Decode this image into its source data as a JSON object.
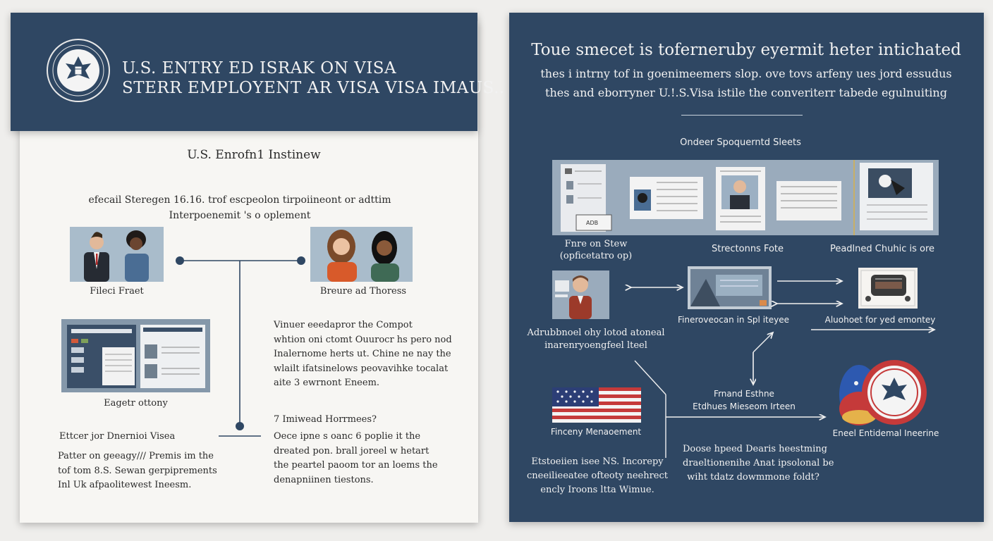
{
  "left": {
    "header": {
      "line1": "U.S. ENTRY ED ISRAK ON VISA",
      "line2": "STERR EMPLOYENT AR VISA VISA IMAUS.."
    },
    "section_title": "U.S. Enrofn1 Instinew",
    "intro": [
      "efecail Steregen 16.16. trof escpeolon tirpoiineont or adttim",
      "Interpoenemit 's o oplement"
    ],
    "nodes": {
      "first": "Fileci Fraet",
      "second": "Breure ad Thoress",
      "docs": "Eagetr ottony"
    },
    "right_text1": [
      "Vinuer eeedapror the Compot",
      "whtion oni ctomt Ouurocr hs pero nod",
      "Inalernome herts ut.  Chine ne nay the",
      "wlailt ifatsinelows peovavihke tocalat",
      "aite 3 ewrnont Eneem."
    ],
    "bottom_left_title": "Ettcer jor Dnernioi Visea",
    "bottom_left_text": [
      "Patter on geeagy/// Premis im the",
      "tof tom 8.S. Sewan gerpiprements",
      "Inl Uk afpaolitewest Ineesm."
    ],
    "bottom_right_title": "7 Imiwead Horrmees?",
    "bottom_right_text": [
      "Oece ipne s oanc 6 poplie it the",
      "dreated pon. brall joreel w hetart",
      "the peartel paoom tor an loems the",
      "denapniinen tiestons."
    ]
  },
  "right": {
    "title": "Toue smecet is toferneruby eyermit heter intichated",
    "sub1": "thes i intrny tof in goenimeemers slop. ove tovs arfeny ues jord essudus",
    "sub2": "thes and eborryner U.!.S.Visa istile the converiterr tabede egulnuiting",
    "steps_title": "Ondeer Spoquerntd Sleets",
    "strip_labels": {
      "a1": "Fnre on Stew",
      "a2": "(opficetatro op)",
      "b": "Strectonns Fote",
      "c": "Peadlned Chuhic is ore"
    },
    "mid_labels": {
      "person1": "Adrubbnoel ohy lotod atoneal",
      "person2": "inarenryoengfeel lteel",
      "screen": "Fineroveocan in Spl iteyee",
      "box": "Aluohoet  for  yed emontey"
    },
    "lower": {
      "flag": "Finceny Menaoement",
      "center1": "Frnand Esthne",
      "center2": "Etdhues Mieseom Irteen",
      "seal": "Eneel Entidemal Ineerine"
    },
    "bottom_left": [
      "Etstoeiien isee NS. Incorepy",
      "cneeilieeatee ofteoty neehrect",
      "encly Iroons ltta Wimue."
    ],
    "bottom_right": [
      "Doose hpeed Dearis heestming",
      "draeltionenihe Anat ipsolonal be",
      "wiht tdatz dowmmone foldt?"
    ]
  },
  "colors": {
    "navy": "#2f4763",
    "paper": "#f7f6f3",
    "steel": "#9aabbc",
    "flag_red": "#c53a3a",
    "flag_blue": "#2c3e76"
  }
}
